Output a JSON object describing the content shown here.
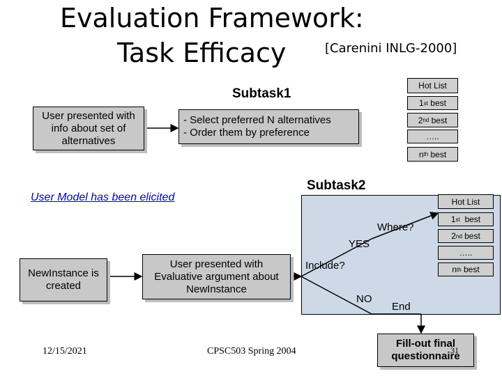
{
  "title": {
    "line1": "Evaluation Framework:",
    "line2": "Task Efficacy",
    "citation": "[Carenini INLG-2000]"
  },
  "subtask1": {
    "label": "Subtask1",
    "user_box": "User presented with info about set of alternatives",
    "task_box_line1": "- Select preferred N alternatives",
    "task_box_line2": "- Order them by preference",
    "hot_list": {
      "title": "Hot List",
      "items": [
        {
          "num": "1",
          "sup": "st",
          "rest": " best"
        },
        {
          "num": "2",
          "sup": "nd",
          "rest": " best"
        },
        {
          "num": "",
          "sup": "",
          "rest": "….."
        },
        {
          "num": "n",
          "sup": "th",
          "rest": " best"
        }
      ]
    }
  },
  "user_model": "User Model has been elicited",
  "subtask2": {
    "label": "Subtask2",
    "newinstance_box": "NewInstance is created",
    "argument_box": "User presented with Evaluative argument about NewInstance",
    "where": "Where?",
    "yes": "YES",
    "include": "Include?",
    "no": "NO",
    "end": "End",
    "hot_list": {
      "title": "Hot List",
      "items": [
        {
          "num": "1",
          "sup": "st",
          "rest": "  best"
        },
        {
          "num": "2",
          "sup": "nd",
          "rest": " best"
        },
        {
          "num": "",
          "sup": "",
          "rest": "….."
        },
        {
          "num": "n",
          "sup": "th",
          "rest": " best"
        }
      ]
    }
  },
  "questionnaire": "Fill-out final questionnaire",
  "footer": {
    "date": "12/15/2021",
    "course": "CPSC503 Spring 2004",
    "page": "31"
  },
  "colors": {
    "box_fill": "#c8c8c8",
    "panel_fill": "#cdd9e6",
    "hot_fill": "#cfcfcf",
    "underline": "#0000cc"
  }
}
